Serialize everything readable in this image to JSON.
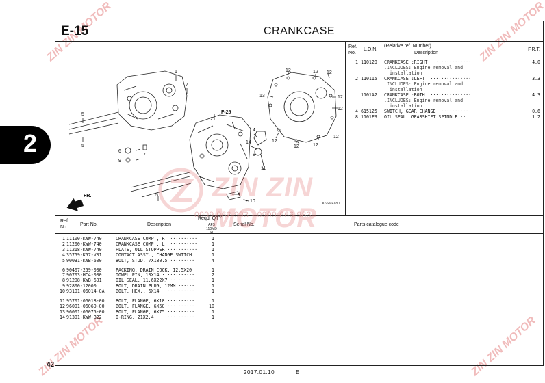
{
  "header": {
    "section_code": "E-15",
    "title": "CRANKCASE"
  },
  "side_tab": {
    "label": "2"
  },
  "diagram": {
    "code": "K6SMEII80",
    "callouts": [
      "1",
      "7",
      "5",
      "5",
      "6",
      "9",
      "7",
      "F-25",
      "2",
      "4",
      "14",
      "8",
      "11",
      "3",
      "10",
      "5",
      "12",
      "12",
      "13",
      "12",
      "12",
      "12",
      "12",
      "12",
      "12",
      "12"
    ],
    "direction_label": "FR."
  },
  "relative_table": {
    "headers": {
      "ref": "Ref. No.",
      "lno": "L.O.N.",
      "relative": "(Relative ref. Number)",
      "description": "Description",
      "frt": "F.R.T."
    },
    "rows": [
      {
        "ref": "1",
        "lno": "110120",
        "desc": "CRANKCASE :RIGHT ···············",
        "frt": "4.0"
      },
      {
        "ref": "",
        "lno": "",
        "desc": ".INCLUDES: Engine removal and",
        "frt": "",
        "note": true
      },
      {
        "ref": "",
        "lno": "",
        "desc": "  installation",
        "frt": "",
        "note": true
      },
      {
        "ref": "2",
        "lno": "110115",
        "desc": "CRANKCASE :LEFT ················",
        "frt": "3.3"
      },
      {
        "ref": "",
        "lno": "",
        "desc": ".INCLUDES: Engine removal and",
        "frt": "",
        "note": true
      },
      {
        "ref": "",
        "lno": "",
        "desc": "  installation",
        "frt": "",
        "note": true
      },
      {
        "ref": "",
        "lno": "1101A2",
        "desc": "CRANKCASE :BOTH ················",
        "frt": "4.3"
      },
      {
        "ref": "",
        "lno": "",
        "desc": ".INCLUDES: Engine removal and",
        "frt": "",
        "note": true
      },
      {
        "ref": "",
        "lno": "",
        "desc": "  installation",
        "frt": "",
        "note": true
      },
      {
        "ref": "4",
        "lno": "615125",
        "desc": "SWITCH, GEAR CHANGE ···········",
        "frt": "0.6"
      },
      {
        "ref": "8",
        "lno": "1101F9",
        "desc": "OIL SEAL, GEARSHIFT SPINDLE ··",
        "frt": "1.2"
      }
    ]
  },
  "parts_table": {
    "headers": {
      "ref": "Ref. No.",
      "part_no": "Part No.",
      "description": "Description",
      "reqd_qty": "Reqd. QTY",
      "model_line1": "AFS",
      "model_line2": "110MD",
      "model_line3": "H",
      "serial": "Serial No.",
      "catalogue": "Parts catalogue code"
    },
    "groups": [
      [
        {
          "ref": "1",
          "part": "11100-KWW-740",
          "desc": "CRANKCASE COMP., R. ··········",
          "qty": "1"
        },
        {
          "ref": "2",
          "part": "11200-KWW-740",
          "desc": "CRANKCASE COMP., L. ··········",
          "qty": "1"
        },
        {
          "ref": "3",
          "part": "11218-KWW-740",
          "desc": "PLATE, OIL STOPPER ···········",
          "qty": "1"
        },
        {
          "ref": "4",
          "part": "35759-K57-V01",
          "desc": "CONTACT ASSY., CHANGE SWITCH",
          "qty": "1"
        },
        {
          "ref": "5",
          "part": "90031-KWB-600",
          "desc": "BOLT, STUD, 7X180.5 ·········",
          "qty": "4"
        }
      ],
      [
        {
          "ref": "6",
          "part": "90407-259-000",
          "desc": "PACKING, DRAIN COCK, 12.5X20",
          "qty": "1"
        },
        {
          "ref": "7",
          "part": "90703-HC4-000",
          "desc": "DOWEL PIN, 10X14 ············",
          "qty": "2"
        },
        {
          "ref": "8",
          "part": "91208-KWB-601",
          "desc": "OIL SEAL, 11.6X22X7 ·········",
          "qty": "1"
        },
        {
          "ref": "9",
          "part": "92800-12000",
          "desc": "BOLT, DRAIN PLUG, 12MM ······",
          "qty": "1"
        },
        {
          "ref": "10",
          "part": "93101-06014-0A",
          "desc": "BOLT, HEX., 6X14 ············",
          "qty": "1"
        }
      ],
      [
        {
          "ref": "11",
          "part": "95701-06018-00",
          "desc": "BOLT, FLANGE, 6X18 ··········",
          "qty": "1"
        },
        {
          "ref": "12",
          "part": "96001-06060-00",
          "desc": "BOLT, FLANGE, 6X60 ··········",
          "qty": "10"
        },
        {
          "ref": "13",
          "part": "96001-06075-00",
          "desc": "BOLT, FLANGE, 6X75 ··········",
          "qty": "1"
        },
        {
          "ref": "14",
          "part": "91301-KWW-B22",
          "desc": "O-RING, 21X2.4 ··············",
          "qty": "1"
        }
      ]
    ]
  },
  "footer": {
    "page_number": "42",
    "date": "2017.01.10",
    "code": "E"
  },
  "watermark": {
    "brand": "ZIN ZIN MOTOR",
    "phone": "0909 962 993 - 0909 666 983"
  },
  "colors": {
    "watermark": "#e06a6a",
    "ink": "#111111",
    "tab": "#000000"
  }
}
